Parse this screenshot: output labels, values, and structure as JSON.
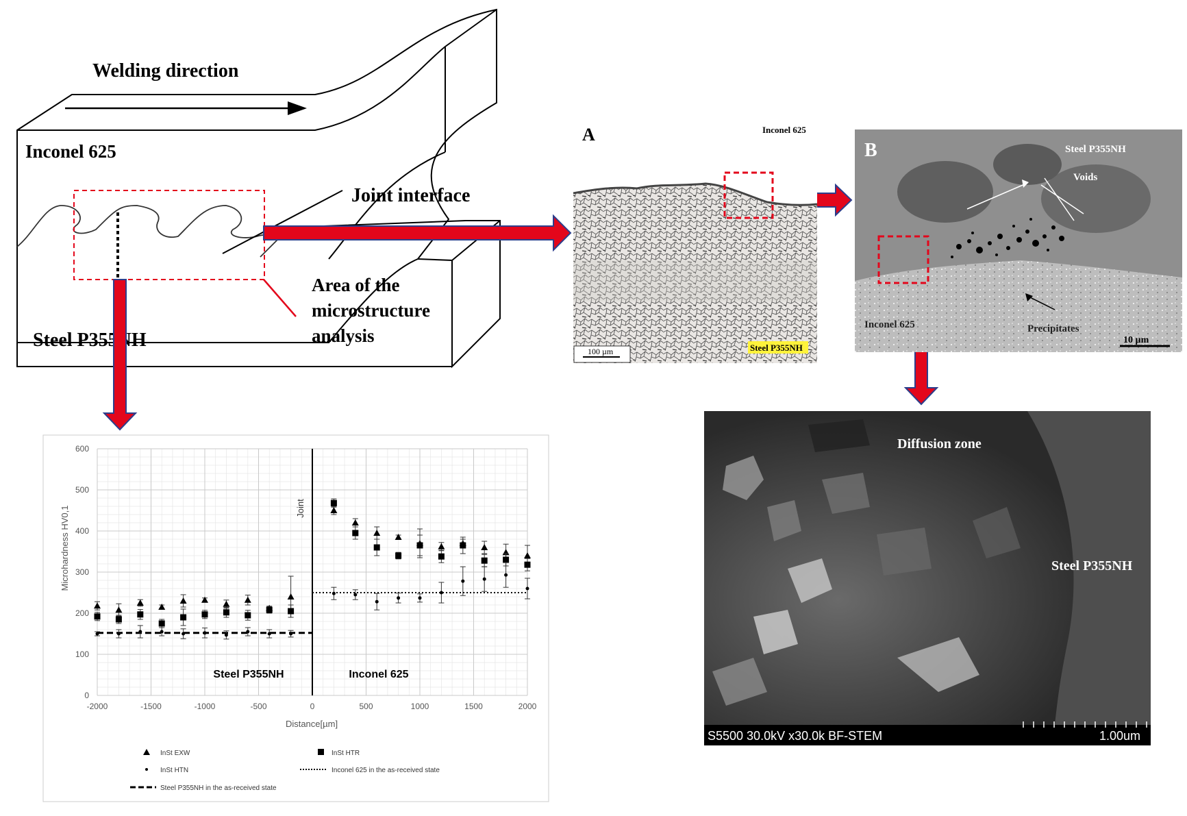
{
  "schematic": {
    "welding_direction": "Welding direction",
    "inconel_label": "Inconel 625",
    "joint_interface": "Joint interface",
    "area_label_1": "Area of the",
    "area_label_2": "microstructure",
    "area_label_3": "analysis",
    "steel_label": "Steel P355NH"
  },
  "panel_a": {
    "letter": "A",
    "top_label": "Inconel 625",
    "bottom_label": "Steel P355NH",
    "scale_bar": "100 µm"
  },
  "panel_b": {
    "letter": "B",
    "top_label": "Steel P355NH",
    "voids": "Voids",
    "inconel_label": "Inconel 625",
    "precipitates": "Precipitates",
    "scale_bar": "10 µm"
  },
  "stem": {
    "diffusion_zone": "Diffusion zone",
    "steel_label": "Steel P355NH",
    "info_bar": "S5500 30.0kV x30.0k BF-STEM",
    "scale_bar": "1.00um"
  },
  "colors": {
    "arrow_red": "#e3061b",
    "arrow_outline": "#2c3e8c",
    "dashed_box": "#e3061b"
  },
  "chart_data": {
    "type": "scatter",
    "xlabel": "Distance[µm]",
    "ylabel": "Microhardness  HV0,1",
    "xlim": [
      -2000,
      2000
    ],
    "ylim": [
      0,
      600
    ],
    "xticks": [
      -2000,
      -1500,
      -1000,
      -500,
      0,
      500,
      1000,
      1500,
      2000
    ],
    "yticks": [
      0,
      100,
      200,
      300,
      400,
      500,
      600
    ],
    "grid": true,
    "joint_label": "Joint",
    "region_left": "Steel P355NH",
    "region_right": "Inconel 625",
    "x": [
      -2000,
      -1800,
      -1600,
      -1400,
      -1200,
      -1000,
      -800,
      -600,
      -400,
      -200,
      200,
      400,
      600,
      800,
      1000,
      1200,
      1400,
      1600,
      1800,
      2000
    ],
    "series": [
      {
        "name": "InSt EXW",
        "marker": "triangle",
        "values": [
          218,
          208,
          225,
          215,
          230,
          232,
          222,
          232,
          212,
          240,
          450,
          420,
          395,
          385,
          370,
          362,
          370,
          360,
          348,
          340
        ],
        "errors": [
          10,
          15,
          8,
          5,
          15,
          5,
          10,
          12,
          5,
          50,
          10,
          10,
          15,
          5,
          35,
          10,
          10,
          15,
          20,
          25
        ]
      },
      {
        "name": "InSt HTR",
        "marker": "square",
        "values": [
          192,
          185,
          197,
          175,
          190,
          197,
          202,
          195,
          208,
          205,
          468,
          395,
          360,
          340,
          365,
          338,
          365,
          328,
          330,
          318
        ],
        "errors": [
          10,
          10,
          12,
          10,
          20,
          10,
          12,
          12,
          8,
          15,
          10,
          15,
          20,
          8,
          25,
          15,
          20,
          15,
          15,
          15
        ]
      },
      {
        "name": "InSt HTN",
        "marker": "dot",
        "values": [
          150,
          150,
          155,
          155,
          150,
          152,
          147,
          155,
          150,
          150,
          248,
          245,
          228,
          237,
          237,
          250,
          278,
          283,
          293,
          260
        ],
        "errors": [
          5,
          10,
          15,
          10,
          12,
          12,
          10,
          10,
          10,
          8,
          15,
          12,
          20,
          12,
          10,
          25,
          35,
          30,
          30,
          25
        ]
      }
    ],
    "reference_lines": [
      {
        "name": "Inconel 625 in the as-received state",
        "style": "dotted",
        "value": 250,
        "xrange": [
          0,
          2000
        ]
      },
      {
        "name": "Steel P355NH in the as-received state",
        "style": "dashed",
        "value": 152,
        "xrange": [
          -2000,
          0
        ]
      }
    ],
    "legend": {
      "exw": "InSt EXW",
      "htr": "InSt HTR",
      "htn": "InSt HTN",
      "inconel_ref": "Inconel 625 in the as-received state",
      "steel_ref": "Steel P355NH in the as-received state"
    }
  }
}
